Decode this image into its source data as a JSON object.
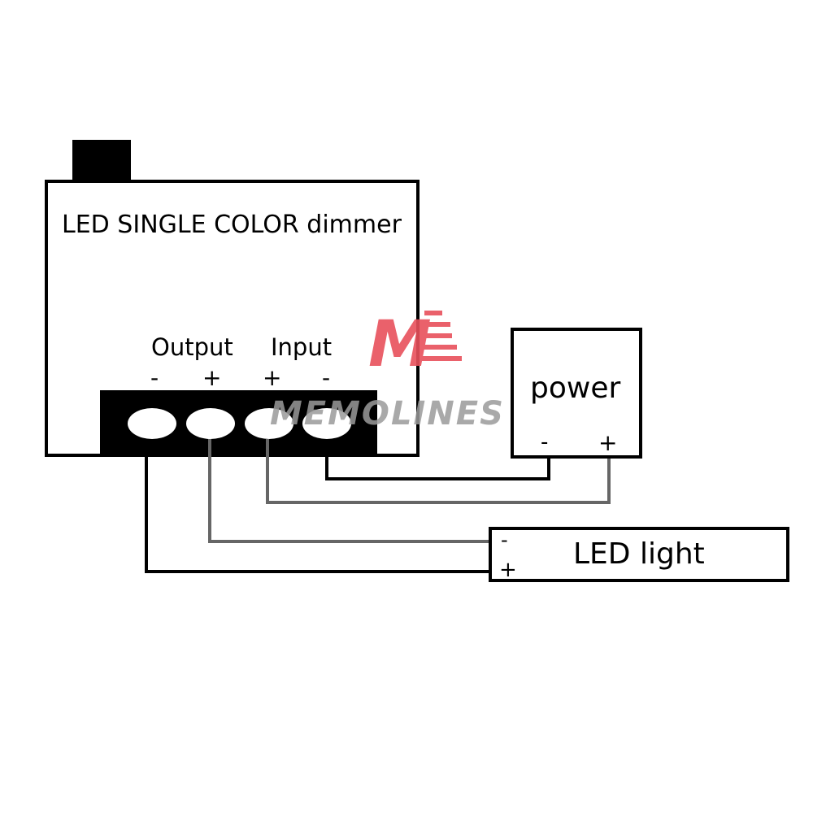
{
  "dimmer": {
    "title": "LED SINGLE COLOR dimmer",
    "output_label": "Output",
    "input_label": "Input",
    "terminals": [
      "-",
      "+",
      "+",
      "-"
    ]
  },
  "power": {
    "label": "power",
    "minus": "-",
    "plus": "+"
  },
  "led": {
    "label": "LED light",
    "minus": "-",
    "plus": "+"
  },
  "watermark": {
    "text": "MEMOLINES",
    "logo_letter": "M",
    "logo_color": "#e8505b",
    "text_color": "#9a9a9a"
  },
  "colors": {
    "line_dark": "#000000",
    "line_gray": "#666666"
  }
}
